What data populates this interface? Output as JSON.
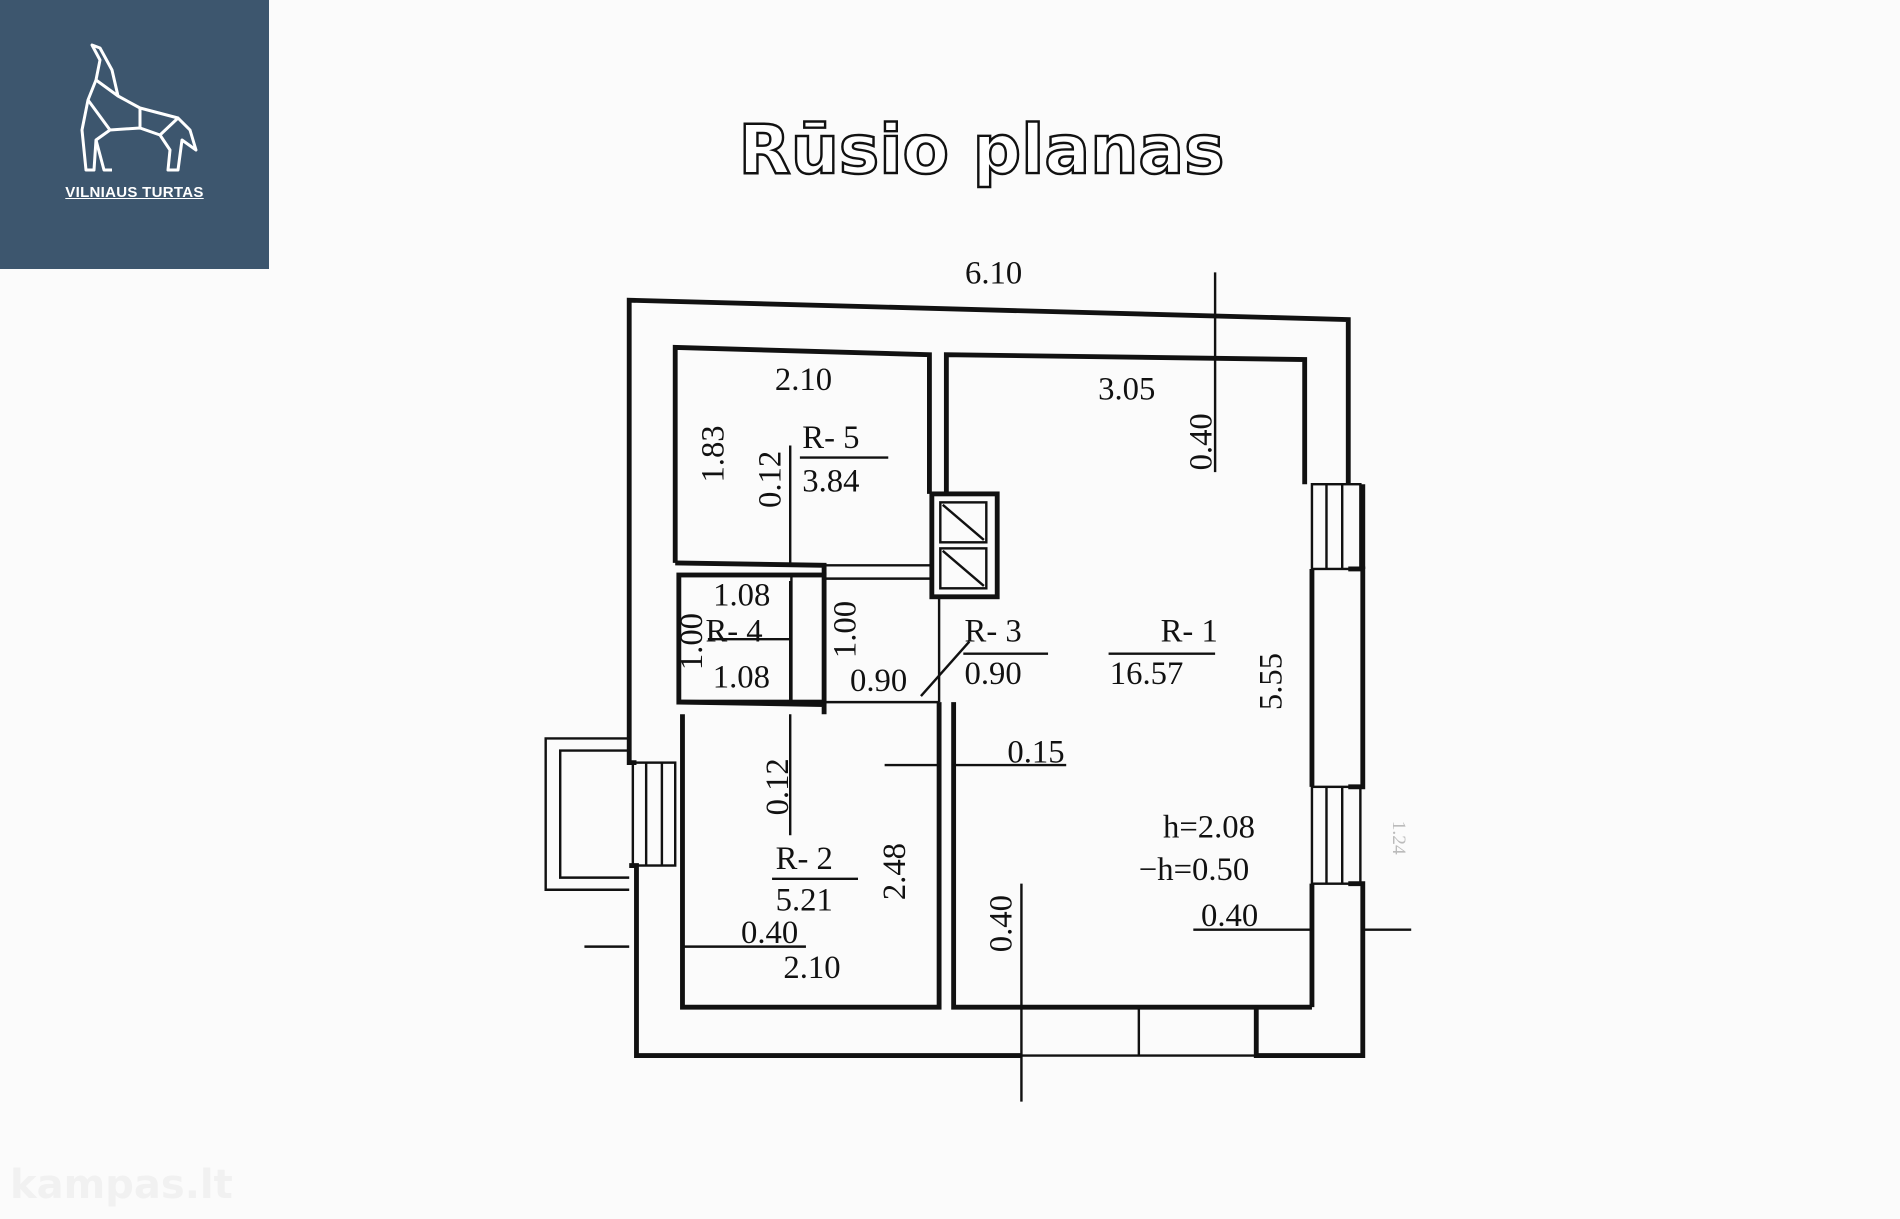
{
  "logo": {
    "brand": "VILNIAUS TURTAS",
    "icon": "wolf-icon"
  },
  "title": "Rūsio planas",
  "watermark": "kampas.lt",
  "dimensions": {
    "overall_width": "6.10",
    "r5_width": "2.10",
    "r5_height": "1.83",
    "r5_offset": "0.12",
    "r1_width": "3.05",
    "r1_top_offset": "0.40",
    "r4_width": "1.08",
    "r4_height": "1.00",
    "r3_height": "1.00",
    "r3_width": "0.90",
    "r1_height": "5.55",
    "wall_thickness": "0.15",
    "r2_offset": "0.12",
    "r2_height": "2.48",
    "r2_wall": "0.40",
    "r2_width": "2.10",
    "r1_bottom_offset": "0.40",
    "r1_right_wall": "0.40",
    "window_height": "1.24"
  },
  "rooms": [
    {
      "label": "R- 1",
      "area": "16.57"
    },
    {
      "label": "R- 2",
      "area": "5.21"
    },
    {
      "label": "R- 3",
      "area": "0.90"
    },
    {
      "label": "R- 4",
      "area": "1.08"
    },
    {
      "label": "R- 5",
      "area": "3.84"
    }
  ],
  "heights": {
    "ceiling": "h=2.08",
    "below_ground": "−h=0.50"
  }
}
